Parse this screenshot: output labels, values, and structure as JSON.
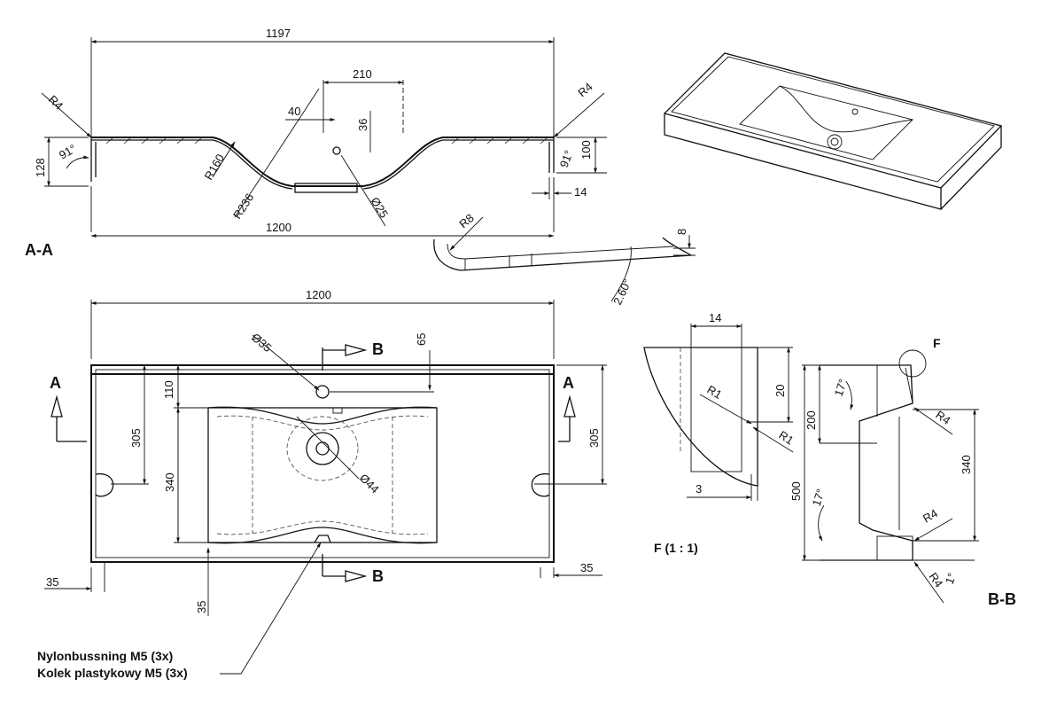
{
  "section_aa": {
    "label": "A-A",
    "dims": {
      "overall_top": "1197",
      "overall_bottom": "1200",
      "tap_offset": "210",
      "drain_offset": "40",
      "drain_depth": "36",
      "radius_left": "R4",
      "radius_right": "R4",
      "angle_left": "91°",
      "angle_right": "91°",
      "height_left": "128",
      "height_right": "100",
      "edge_width": "14",
      "bowl_r1": "R160",
      "bowl_r2": "R236",
      "drain_dia": "Ø25",
      "lip_radius": "R8",
      "lip_height": "8",
      "slope": "2.60°"
    }
  },
  "plan_view": {
    "dims": {
      "width": "1200",
      "tap_hole": "Ø35",
      "tap_from_back": "65",
      "bowl_from_back": "110",
      "bracket_left": "305",
      "bracket_right": "305",
      "bowl_depth": "340",
      "drain_hole": "Ø44",
      "edge_left": "35",
      "edge_right": "35",
      "edge_front": "35"
    },
    "section_marks": {
      "a_left": "A",
      "a_right": "A",
      "b_top": "B",
      "b_bottom": "B"
    }
  },
  "detail_f": {
    "label": "F (1 : 1)",
    "dims": {
      "width": "14",
      "height": "20",
      "radius1": "R1",
      "radius2": "R1",
      "offset": "3"
    }
  },
  "section_bb": {
    "label": "B-B",
    "detail_marker": "F",
    "dims": {
      "angle_top": "17°",
      "angle_bottom": "17°",
      "height": "200",
      "depth": "500",
      "bowl_depth": "340",
      "radius_top": "R4",
      "radius_mid": "R4",
      "radius_bottom": "R4",
      "angle_front": "1°"
    }
  },
  "notes": {
    "line1": "Nylonbussning M5 (3x)",
    "line2": "Kolek plastykowy M5 (3x)"
  }
}
